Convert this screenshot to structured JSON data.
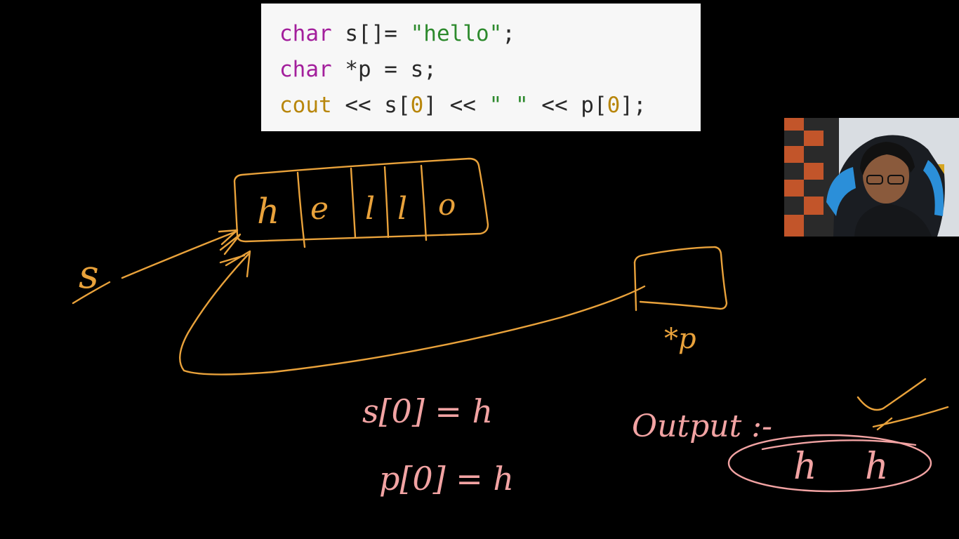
{
  "code": {
    "lines": [
      [
        {
          "t": "char",
          "c": "kw"
        },
        {
          "t": " s[]= ",
          "c": ""
        },
        {
          "t": "\"hello\"",
          "c": "str"
        },
        {
          "t": ";",
          "c": ""
        }
      ],
      [
        {
          "t": "char",
          "c": "kw"
        },
        {
          "t": " *p = s;",
          "c": ""
        }
      ],
      [
        {
          "t": "cout",
          "c": "fn"
        },
        {
          "t": " << s[",
          "c": ""
        },
        {
          "t": "0",
          "c": "num"
        },
        {
          "t": "] << ",
          "c": ""
        },
        {
          "t": "\" \"",
          "c": "str"
        },
        {
          "t": " << p[",
          "c": ""
        },
        {
          "t": "0",
          "c": "num"
        },
        {
          "t": "];",
          "c": ""
        }
      ]
    ]
  },
  "colors": {
    "code_keyword": "#a31f9c",
    "code_string": "#2d8a2d",
    "code_identifier": "#b8860b",
    "ink_orange": "#e9a23b",
    "ink_pink": "#f2a3a3",
    "background": "#000000"
  },
  "drawing": {
    "array_cells": [
      "h",
      "e",
      "l",
      "l",
      "o"
    ],
    "label_s": "s",
    "label_p": "*p",
    "eq1": "s[0] = h",
    "eq2": "p[0] = h",
    "output_label": "Output :-",
    "output_value_1": "h",
    "output_value_2": "h"
  }
}
